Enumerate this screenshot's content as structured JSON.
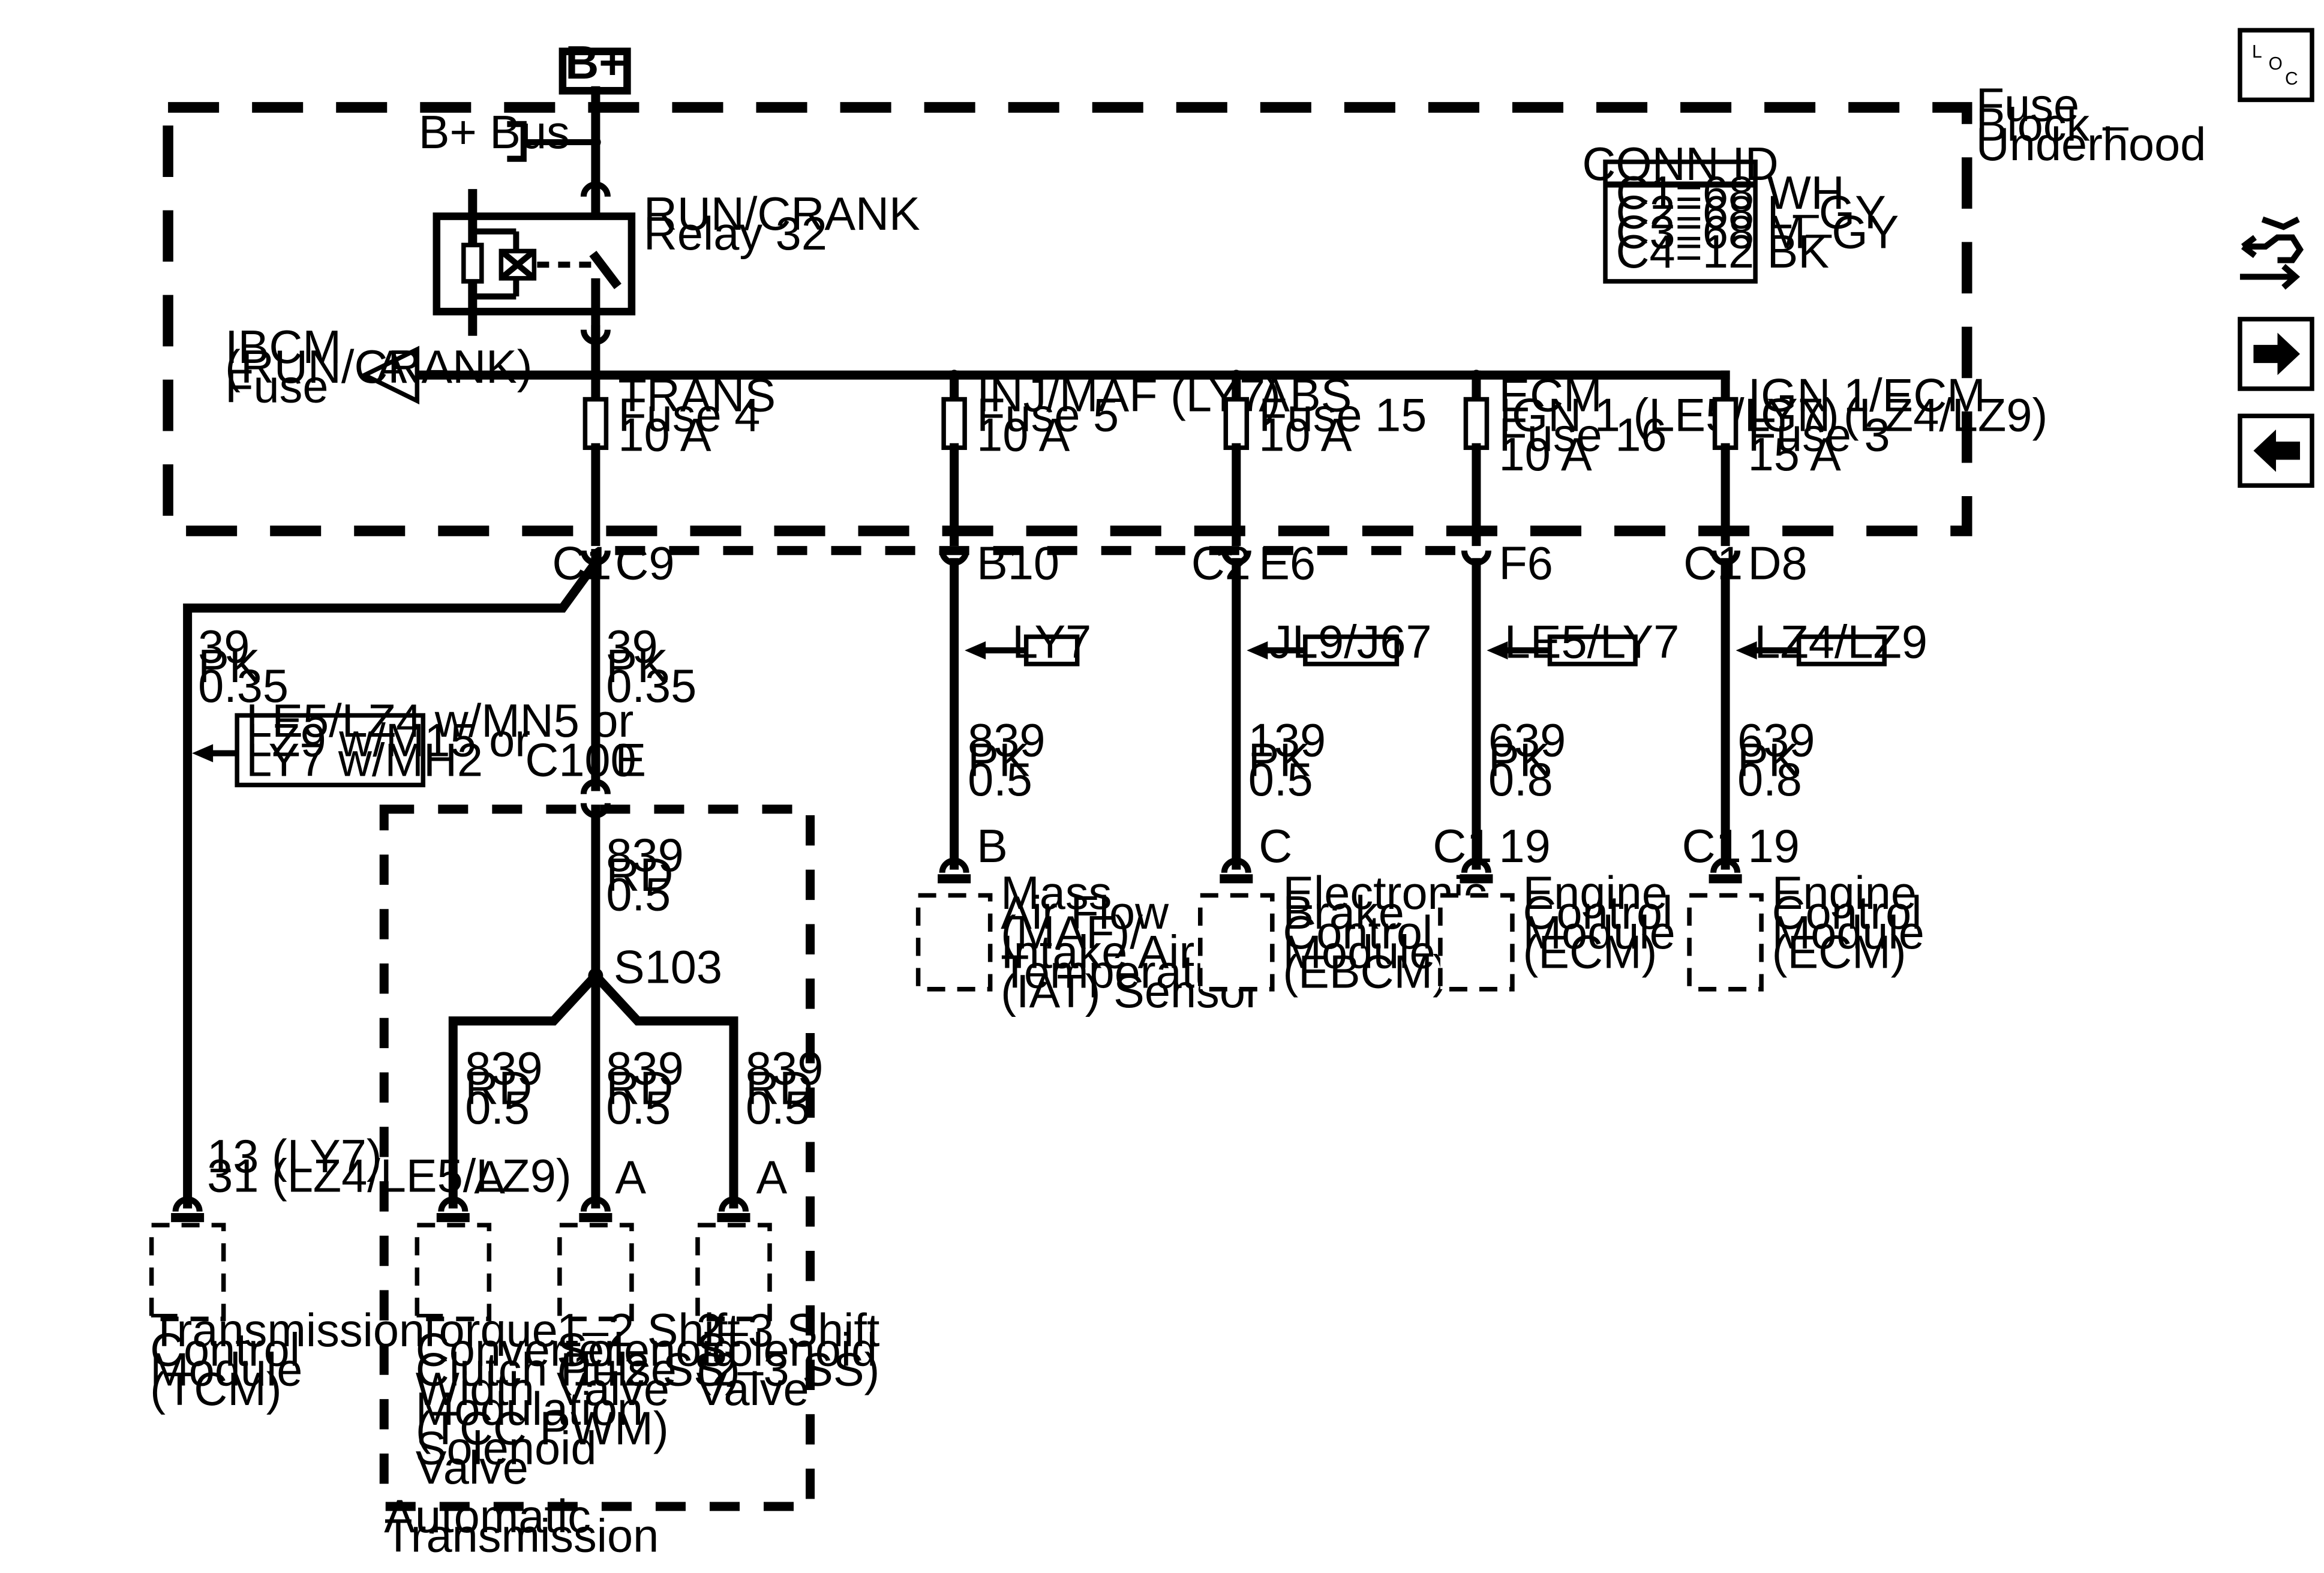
{
  "power": {
    "bplus": "B+",
    "bplus_bus": "B+ Bus"
  },
  "fuse_block": {
    "title": [
      "Fuse",
      "Block –",
      "Underhood"
    ]
  },
  "relay": {
    "lines": [
      "RUN/CRANK",
      "Relay 32"
    ]
  },
  "ibcm": {
    "lines": [
      "IBCM",
      "(RUN/CRANK)",
      "Fuse"
    ],
    "marker": "A"
  },
  "conn_id": {
    "title": "CONN ID",
    "rows": [
      "C1=68 WH",
      "C2=68 L–GY",
      "C3=68 M–GY",
      "C4=12 BK"
    ]
  },
  "fuses": [
    {
      "lines": [
        "TRANS",
        "Fuse 4",
        "10 A"
      ]
    },
    {
      "lines": [
        "INJ/MAF (LY7)",
        "Fuse 5",
        "10 A"
      ]
    },
    {
      "lines": [
        "ABS",
        "Fuse 15",
        "10 A"
      ]
    },
    {
      "lines": [
        "ECM",
        "IGN 1 (LE5/LY7)",
        "Fuse 16",
        "10 A"
      ]
    },
    {
      "lines": [
        "IGN 1/ECM",
        "IGN (LZ4/LZ9)",
        "Fuse 3",
        "15 A"
      ]
    }
  ],
  "block_connectors": {
    "c1_left": "C1",
    "c9": "C9",
    "b10": "B10",
    "c2": "C2",
    "e6": "E6",
    "f6": "F6",
    "c1_right": "C1",
    "d8": "D8"
  },
  "option_tags": [
    "LY7",
    "JL9/J67",
    "LE5/LY7",
    "LZ4/LZ9"
  ],
  "tcm_option": [
    "LE5/LZ4 w/MN5 or",
    "LZ9 w/M15 or",
    "LY7 w/MH2"
  ],
  "wires": {
    "tcm_feed": [
      "39",
      "PK",
      "0.35"
    ],
    "trans_feed": [
      "39",
      "PK",
      "0.35"
    ],
    "maf_feed": [
      "839",
      "PK",
      "0.5"
    ],
    "ebcm_feed": [
      "139",
      "PK",
      "0.5"
    ],
    "ecm_a_feed": [
      "639",
      "PK",
      "0.8"
    ],
    "ecm_b_feed": [
      "639",
      "PK",
      "0.8"
    ],
    "trans_inner": [
      "839",
      "RD",
      "0.5"
    ],
    "tcc_feed": [
      "839",
      "RD",
      "0.5"
    ],
    "ss12_feed": [
      "839",
      "RD",
      "0.5"
    ],
    "ss23_feed": [
      "839",
      "RD",
      "0.5"
    ]
  },
  "inline": {
    "c100": "C100",
    "e": "E",
    "splice": "S103"
  },
  "pins": {
    "maf": "B",
    "ebcm": "C",
    "ecm_a_conn": "C1",
    "ecm_a_pin": "19",
    "ecm_b_conn": "C1",
    "ecm_b_pin": "19",
    "tcc": "A",
    "ss12": "A",
    "ss23": "A",
    "tcm": [
      "13 (LY7)",
      "31 (LZ4/LE5/LZ9)"
    ]
  },
  "components": {
    "maf": [
      "Mass",
      "Air Flow",
      "(MAF)/",
      "Intake Air",
      "Temperature",
      "(IAT) Sensor"
    ],
    "ebcm": [
      "Electronic",
      "Brake",
      "Control",
      "Module",
      "(EBCM)"
    ],
    "ecm_a": [
      "Engine",
      "Control",
      "Module",
      "(ECM)"
    ],
    "ecm_b": [
      "Engine",
      "Control",
      "Module",
      "(ECM)"
    ],
    "tcm": [
      "Transmission",
      "Control",
      "Module",
      "(TCM)"
    ],
    "tcc": [
      "Torque",
      "Converter",
      "Clutch Pulse",
      "Width",
      "Modulation",
      "(TCC PWM)",
      "Solenoid",
      "Valve"
    ],
    "ss12": [
      "1–2 Shift",
      "Solenoid",
      "(1–2 SS)",
      "Valve"
    ],
    "ss23": [
      "2–3 Shift",
      "Solenoid",
      "(2–3 SS)",
      "Valve"
    ],
    "auto_trans": [
      "Automatic",
      "Transmission"
    ]
  },
  "nav": {
    "loc": [
      "L",
      "O",
      "C"
    ],
    "icons": [
      "harness-routing-icon",
      "forward-arrow-icon",
      "back-arrow-icon"
    ]
  }
}
